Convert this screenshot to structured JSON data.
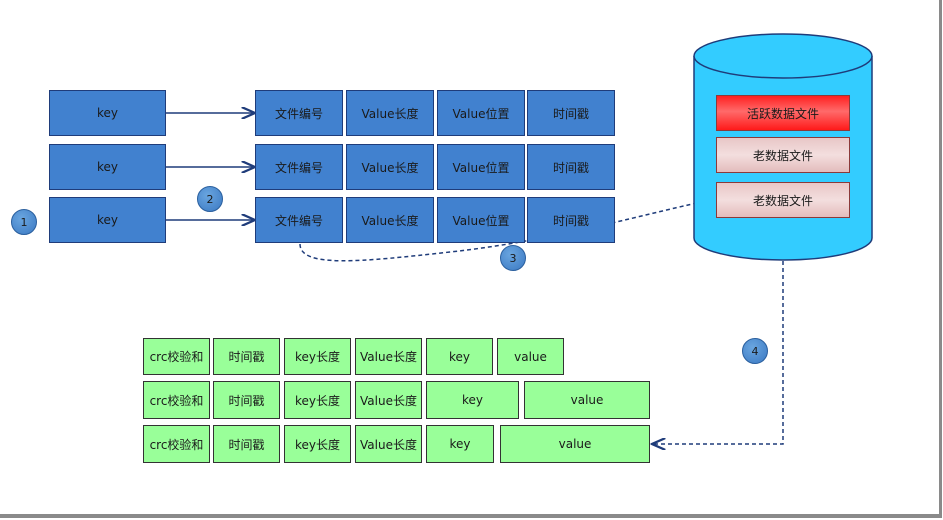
{
  "index_rows": [
    {
      "key": "key",
      "fields": [
        "文件编号",
        "Value长度",
        "Value位置",
        "时间戳"
      ]
    },
    {
      "key": "key",
      "fields": [
        "文件编号",
        "Value长度",
        "Value位置",
        "时间戳"
      ]
    },
    {
      "key": "key",
      "fields": [
        "文件编号",
        "Value长度",
        "Value位置",
        "时间戳"
      ]
    }
  ],
  "disk": {
    "files": [
      "活跃数据文件",
      "老数据文件",
      "老数据文件"
    ]
  },
  "records": [
    {
      "fields": [
        "crc校验和",
        "时间戳",
        "key长度",
        "Value长度",
        "key",
        "value"
      ]
    },
    {
      "fields": [
        "crc校验和",
        "时间戳",
        "key长度",
        "Value长度",
        "key",
        "value"
      ]
    },
    {
      "fields": [
        "crc校验和",
        "时间戳",
        "key长度",
        "Value长度",
        "key",
        "value"
      ]
    }
  ],
  "steps": [
    "1",
    "2",
    "3",
    "4"
  ],
  "colors": {
    "index_box": "#4181cf",
    "record_box": "#99ff99",
    "cylinder": "#33ccff",
    "active_file": "#ff2020",
    "old_file": "#f0d4d4",
    "arrow": "#1f3c7a"
  }
}
